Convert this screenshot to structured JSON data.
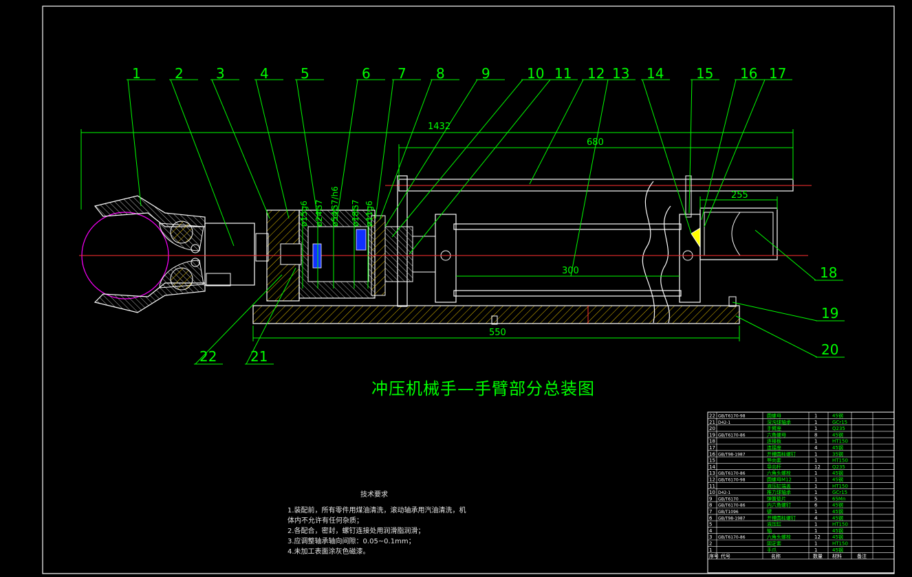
{
  "drawing": {
    "title": "冲压机械手—手臂部分总装图",
    "balloons": [
      "1",
      "2",
      "3",
      "4",
      "5",
      "6",
      "7",
      "8",
      "9",
      "10",
      "11",
      "12",
      "13",
      "14",
      "15",
      "16",
      "17",
      "18",
      "19",
      "20",
      "21",
      "22"
    ],
    "dimensions": {
      "overall": "1432",
      "stroke_top": "680",
      "right_box": "255",
      "cylinder": "300",
      "base": "550"
    },
    "fits": [
      "ø15g6",
      "ø24G7",
      "ø54G7/h6",
      "ø18G7",
      "ø11g6"
    ]
  },
  "tech_requirements": {
    "heading": "技术要求",
    "lines": [
      "1.装配前，所有零件用煤油清洗，滚动轴承用汽油清洗，机",
      "体内不允许有任何杂质；",
      "2.各配合，密封，螺钉连接处用润滑脂润滑；",
      "3.应调整轴承轴向间隙：0.05~0.1mm；",
      "4.未加工表面涂灰色磁漆。"
    ]
  },
  "bom": {
    "rows": [
      [
        "22",
        "GB/T6170-98",
        "圆螺母",
        "1",
        "45钢"
      ],
      [
        "21",
        "D42-1",
        "深沟球轴承",
        "1",
        "GCr15"
      ],
      [
        "20",
        "",
        "手臂座",
        "1",
        "Q235"
      ],
      [
        "19",
        "GB/T6170-86",
        "六角螺母",
        "8",
        "45钢"
      ],
      [
        "18",
        "",
        "连接板",
        "1",
        "HT150"
      ],
      [
        "17",
        "",
        "连接座",
        "4",
        "45钢"
      ],
      [
        "16",
        "GB/T98-1987",
        "开槽圆柱螺钉",
        "1",
        "35钢"
      ],
      [
        "15",
        "",
        "导向套",
        "1",
        "HT150"
      ],
      [
        "14",
        "",
        "导向杆",
        "12",
        "Q235"
      ],
      [
        "13",
        "GB/T6170-86",
        "六角头螺栓",
        "1",
        "45钢"
      ],
      [
        "12",
        "GB/T6170-98",
        "圆螺母M12",
        "1",
        "45钢"
      ],
      [
        "11",
        "",
        "液压缸端盖",
        "1",
        "HT150"
      ],
      [
        "10",
        "D42-1",
        "推力球轴承",
        "1",
        "GCr15"
      ],
      [
        "9",
        "GB/T6170",
        "弹簧垫片",
        "5",
        "65Mn"
      ],
      [
        "8",
        "GB/T6170-86",
        "内六角螺钉",
        "6",
        "45钢"
      ],
      [
        "7",
        "GB/T1096",
        "键",
        "1",
        "45钢"
      ],
      [
        "6",
        "GB/T98-1987",
        "开槽圆柱螺钉",
        "4",
        "45钢"
      ],
      [
        "5",
        "",
        "液压缸",
        "1",
        "HT150"
      ],
      [
        "4",
        "",
        "轴",
        "1",
        "45钢"
      ],
      [
        "3",
        "GB/T6170-86",
        "六角头螺栓",
        "12",
        "45钢"
      ],
      [
        "2",
        "",
        "固定套",
        "1",
        "HT150"
      ],
      [
        "1",
        "",
        "手爪",
        "1",
        "45钢"
      ]
    ],
    "header": [
      "序号",
      "代号",
      "名称",
      "数量",
      "材料",
      "备注"
    ]
  },
  "colors": {
    "border": "#ffffff",
    "leader": "#00ff00",
    "part": "#ffffff",
    "center": "#ff3030",
    "hatch": "#ffff00",
    "dim": "#00ff00",
    "circle": "#ff00ff",
    "fill": "#0050ff"
  }
}
